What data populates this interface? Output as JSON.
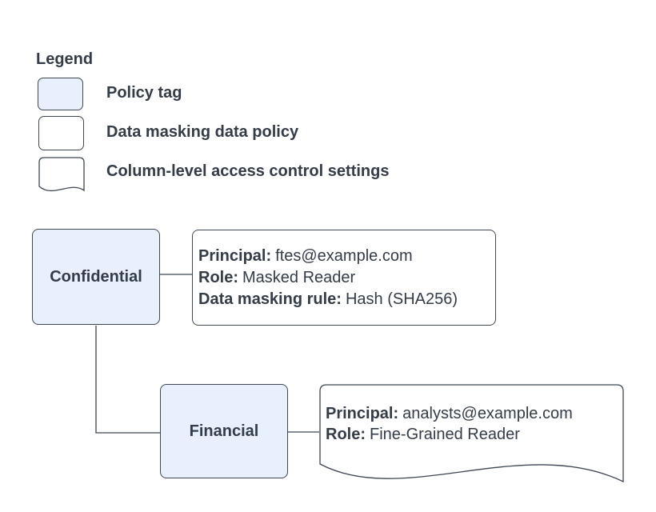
{
  "colors": {
    "policy_tag_fill": "#e8f0fe",
    "stroke": "#3e4753",
    "text": "#333c47",
    "background": "#ffffff"
  },
  "legend": {
    "title": "Legend",
    "items": [
      {
        "label": "Policy tag",
        "swatch": "policy-tag-swatch"
      },
      {
        "label": "Data masking data policy",
        "swatch": "data-policy-swatch"
      },
      {
        "label": "Column-level access control settings",
        "swatch": "document-swatch"
      }
    ]
  },
  "nodes": {
    "confidential": {
      "label": "Confidential",
      "type": "policy-tag"
    },
    "masking_policy": {
      "type": "data-masking-data-policy",
      "fields": [
        {
          "name": "Principal:",
          "value": "ftes@example.com"
        },
        {
          "name": "Role:",
          "value": "Masked Reader"
        },
        {
          "name": "Data masking rule:",
          "value": "Hash (SHA256)"
        }
      ]
    },
    "financial": {
      "label": "Financial",
      "type": "policy-tag"
    },
    "access_settings": {
      "type": "column-level-access-control-settings",
      "fields": [
        {
          "name": "Principal:",
          "value": "analysts@example.com"
        },
        {
          "name": "Role:",
          "value": "Fine-Grained Reader"
        }
      ]
    }
  }
}
